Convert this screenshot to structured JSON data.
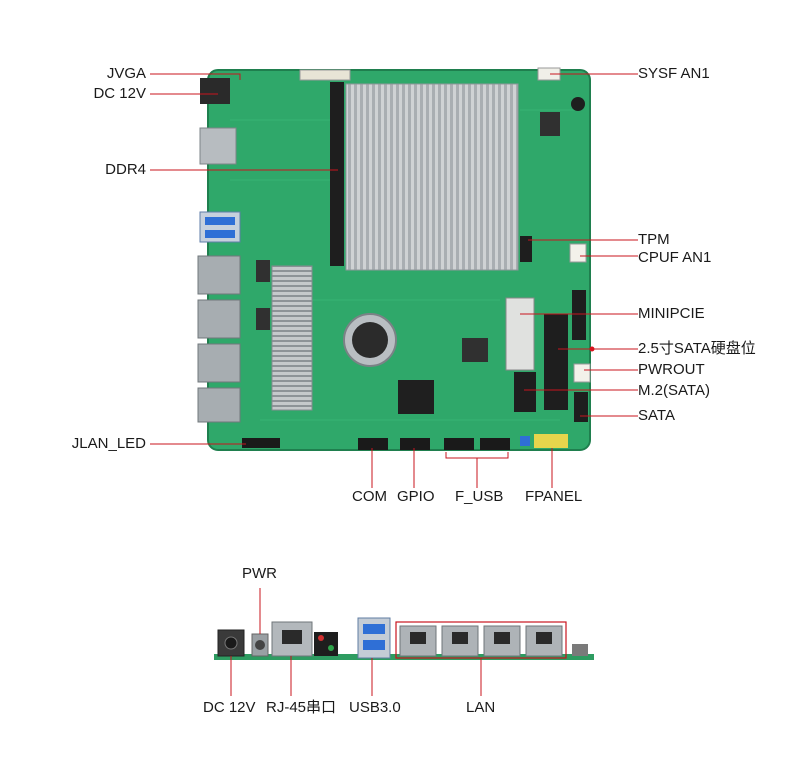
{
  "board_labels_left": {
    "jvga": "JVGA",
    "dc12v": "DC 12V",
    "ddr4": "DDR4",
    "jlan_led": "JLAN_LED"
  },
  "board_labels_right": {
    "sysf_an1": "SYSF AN1",
    "tpm": "TPM",
    "cpuf_an1": "CPUF AN1",
    "minipcie": "MINIPCIE",
    "sata_2_5": "2.5寸SATA硬盘位",
    "pwrout": "PWROUT",
    "m2_sata": "M.2(SATA)",
    "sata": "SATA"
  },
  "board_labels_bottom": {
    "com": "COM",
    "gpio": "GPIO",
    "f_usb": "F_USB",
    "fpanel": "FPANEL"
  },
  "io_labels": {
    "pwr": "PWR",
    "dc12v": "DC 12V",
    "rj45_serial": "RJ-45串口",
    "usb30": "USB3.0",
    "lan": "LAN"
  },
  "colors": {
    "pcb": "#2fa86a",
    "pcb_dark": "#1f7f4e",
    "heatsink": "#c9ccce",
    "leader_line": "#c8141e",
    "leader_dot": "#d7141e",
    "usb_blue": "#2f6fd6"
  }
}
